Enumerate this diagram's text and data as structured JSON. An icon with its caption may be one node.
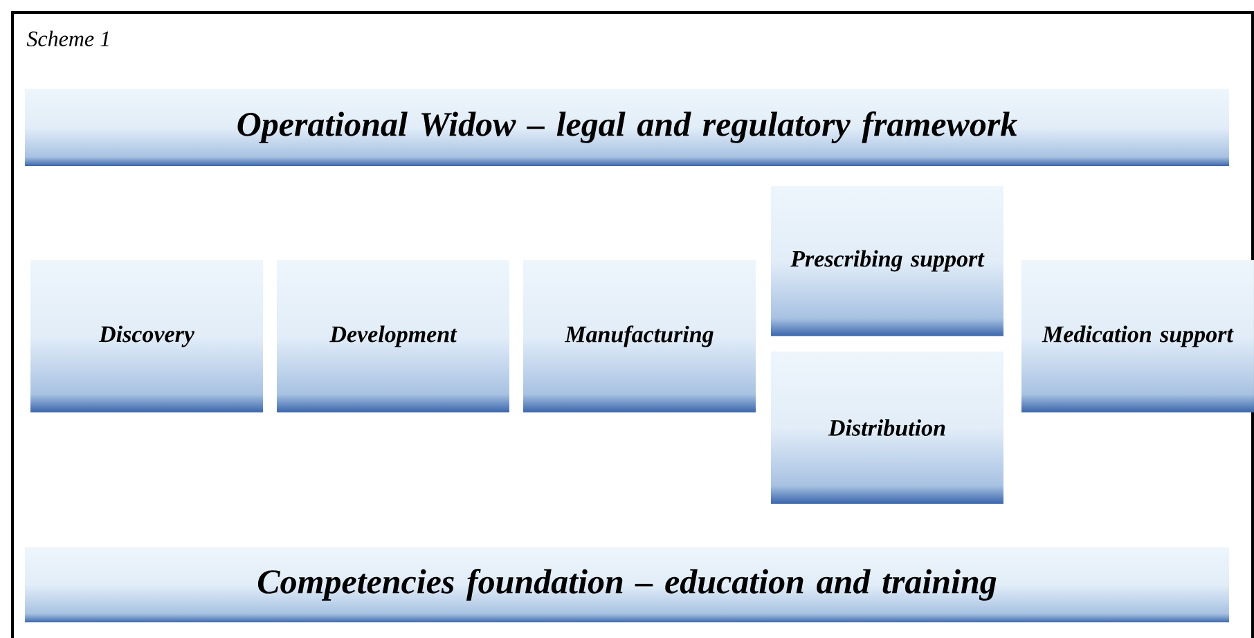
{
  "diagram": {
    "title": "Scheme 1",
    "nodes": [
      {
        "text": [
          "Operational Widow – legal and regulatory framework"
        ]
      },
      {
        "text": [
          "Discovery"
        ]
      },
      {
        "text": [
          "Development"
        ]
      },
      {
        "text": [
          "Manufacturing"
        ]
      },
      {
        "text": [
          "Prescribing support"
        ]
      },
      {
        "text": [
          "Distribution"
        ]
      },
      {
        "text": [
          "Medication support"
        ]
      },
      {
        "text": [
          "Competencies foundation – education and training"
        ]
      }
    ]
  }
}
